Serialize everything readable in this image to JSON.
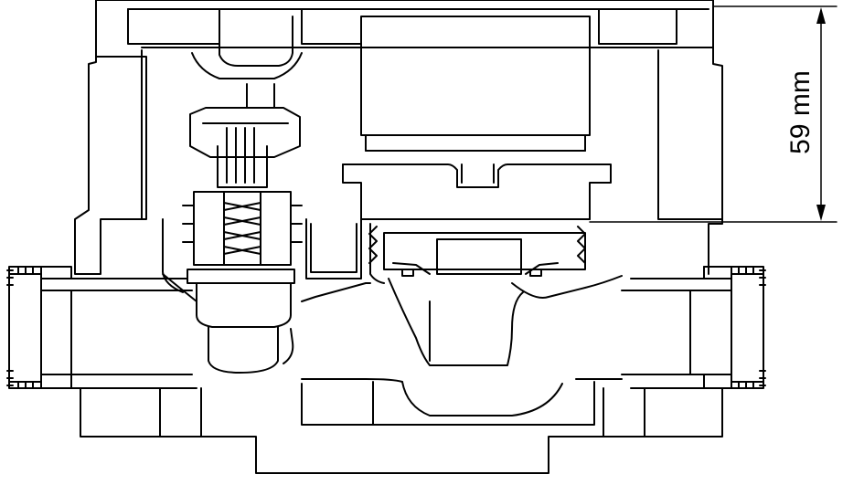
{
  "dimension": {
    "label": "59 mm",
    "value": 59,
    "unit": "mm",
    "orientation": "vertical"
  },
  "colors": {
    "line": "#000000",
    "background": "#ffffff"
  }
}
